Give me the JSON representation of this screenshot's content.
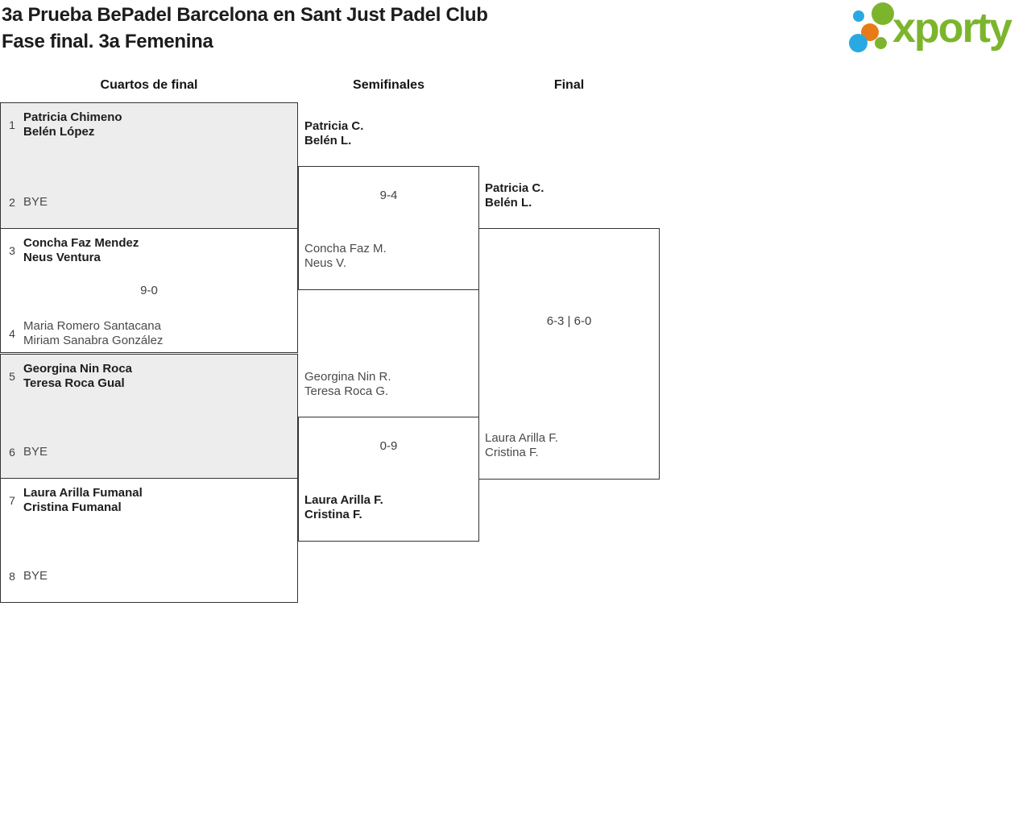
{
  "header": {
    "title_line1": "3a Prueba BePadel Barcelona en Sant Just Padel Club",
    "title_line2": "Fase final. 3a Femenina",
    "logo": {
      "text": "xporty",
      "green": "#7cb52d",
      "blue": "#29a9e1",
      "orange": "#e97b17"
    }
  },
  "rounds": {
    "quarterfinals_label": "Cuartos de final",
    "semifinals_label": "Semifinales",
    "final_label": "Final"
  },
  "bracket": {
    "quarterfinals": [
      {
        "seed_top": "1",
        "players_top": [
          "Patricia Chimeno",
          "Belén López"
        ],
        "top_winner": true,
        "seed_bottom": "2",
        "players_bottom": [
          "BYE"
        ],
        "bottom_winner": false,
        "score": ""
      },
      {
        "seed_top": "3",
        "players_top": [
          "Concha Faz Mendez",
          "Neus Ventura"
        ],
        "top_winner": true,
        "seed_bottom": "4",
        "players_bottom": [
          "Maria Romero Santacana",
          "Miriam Sanabra González"
        ],
        "bottom_winner": false,
        "score": "9-0"
      },
      {
        "seed_top": "5",
        "players_top": [
          "Georgina Nin Roca",
          "Teresa Roca Gual"
        ],
        "top_winner": true,
        "seed_bottom": "6",
        "players_bottom": [
          "BYE"
        ],
        "bottom_winner": false,
        "score": ""
      },
      {
        "seed_top": "7",
        "players_top": [
          "Laura Arilla Fumanal",
          "Cristina Fumanal"
        ],
        "top_winner": true,
        "seed_bottom": "8",
        "players_bottom": [
          "BYE"
        ],
        "bottom_winner": false,
        "score": ""
      }
    ],
    "semifinals": [
      {
        "players_top": [
          "Patricia C.",
          "Belén L."
        ],
        "top_winner": true,
        "players_bottom": [
          "Concha Faz M.",
          "Neus V."
        ],
        "bottom_winner": false,
        "score": "9-4"
      },
      {
        "players_top": [
          "Georgina Nin R.",
          "Teresa Roca G."
        ],
        "top_winner": false,
        "players_bottom": [
          "Laura Arilla F.",
          "Cristina F."
        ],
        "bottom_winner": true,
        "score": "0-9"
      }
    ],
    "final": {
      "players_top": [
        "Patricia C.",
        "Belén L."
      ],
      "top_winner": true,
      "players_bottom": [
        "Laura Arilla F.",
        "Cristina F."
      ],
      "bottom_winner": false,
      "score": "6-3 | 6-0"
    }
  }
}
